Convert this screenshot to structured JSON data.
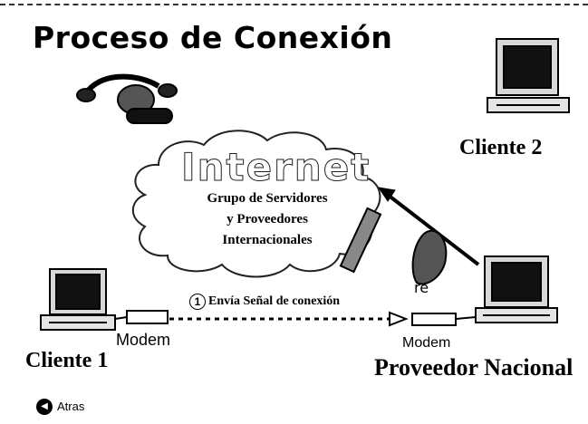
{
  "title": "Proceso de Conexión",
  "cloud": {
    "label": "Internet",
    "line1": "Grupo de Servidores",
    "line2": "y Proveedores",
    "line3": "Internacionales"
  },
  "clients": {
    "client2": "Cliente 2",
    "client1": "Cliente 1",
    "provider": "Proveedor Nacional"
  },
  "modem_labels": {
    "left": "Modem",
    "right": "Modem"
  },
  "signal": {
    "step": "1",
    "text": "Envía Señal de conexión"
  },
  "provider_fragment": "re",
  "nav": {
    "back_label": "Atras",
    "back_icon": "back-arrow-icon"
  }
}
